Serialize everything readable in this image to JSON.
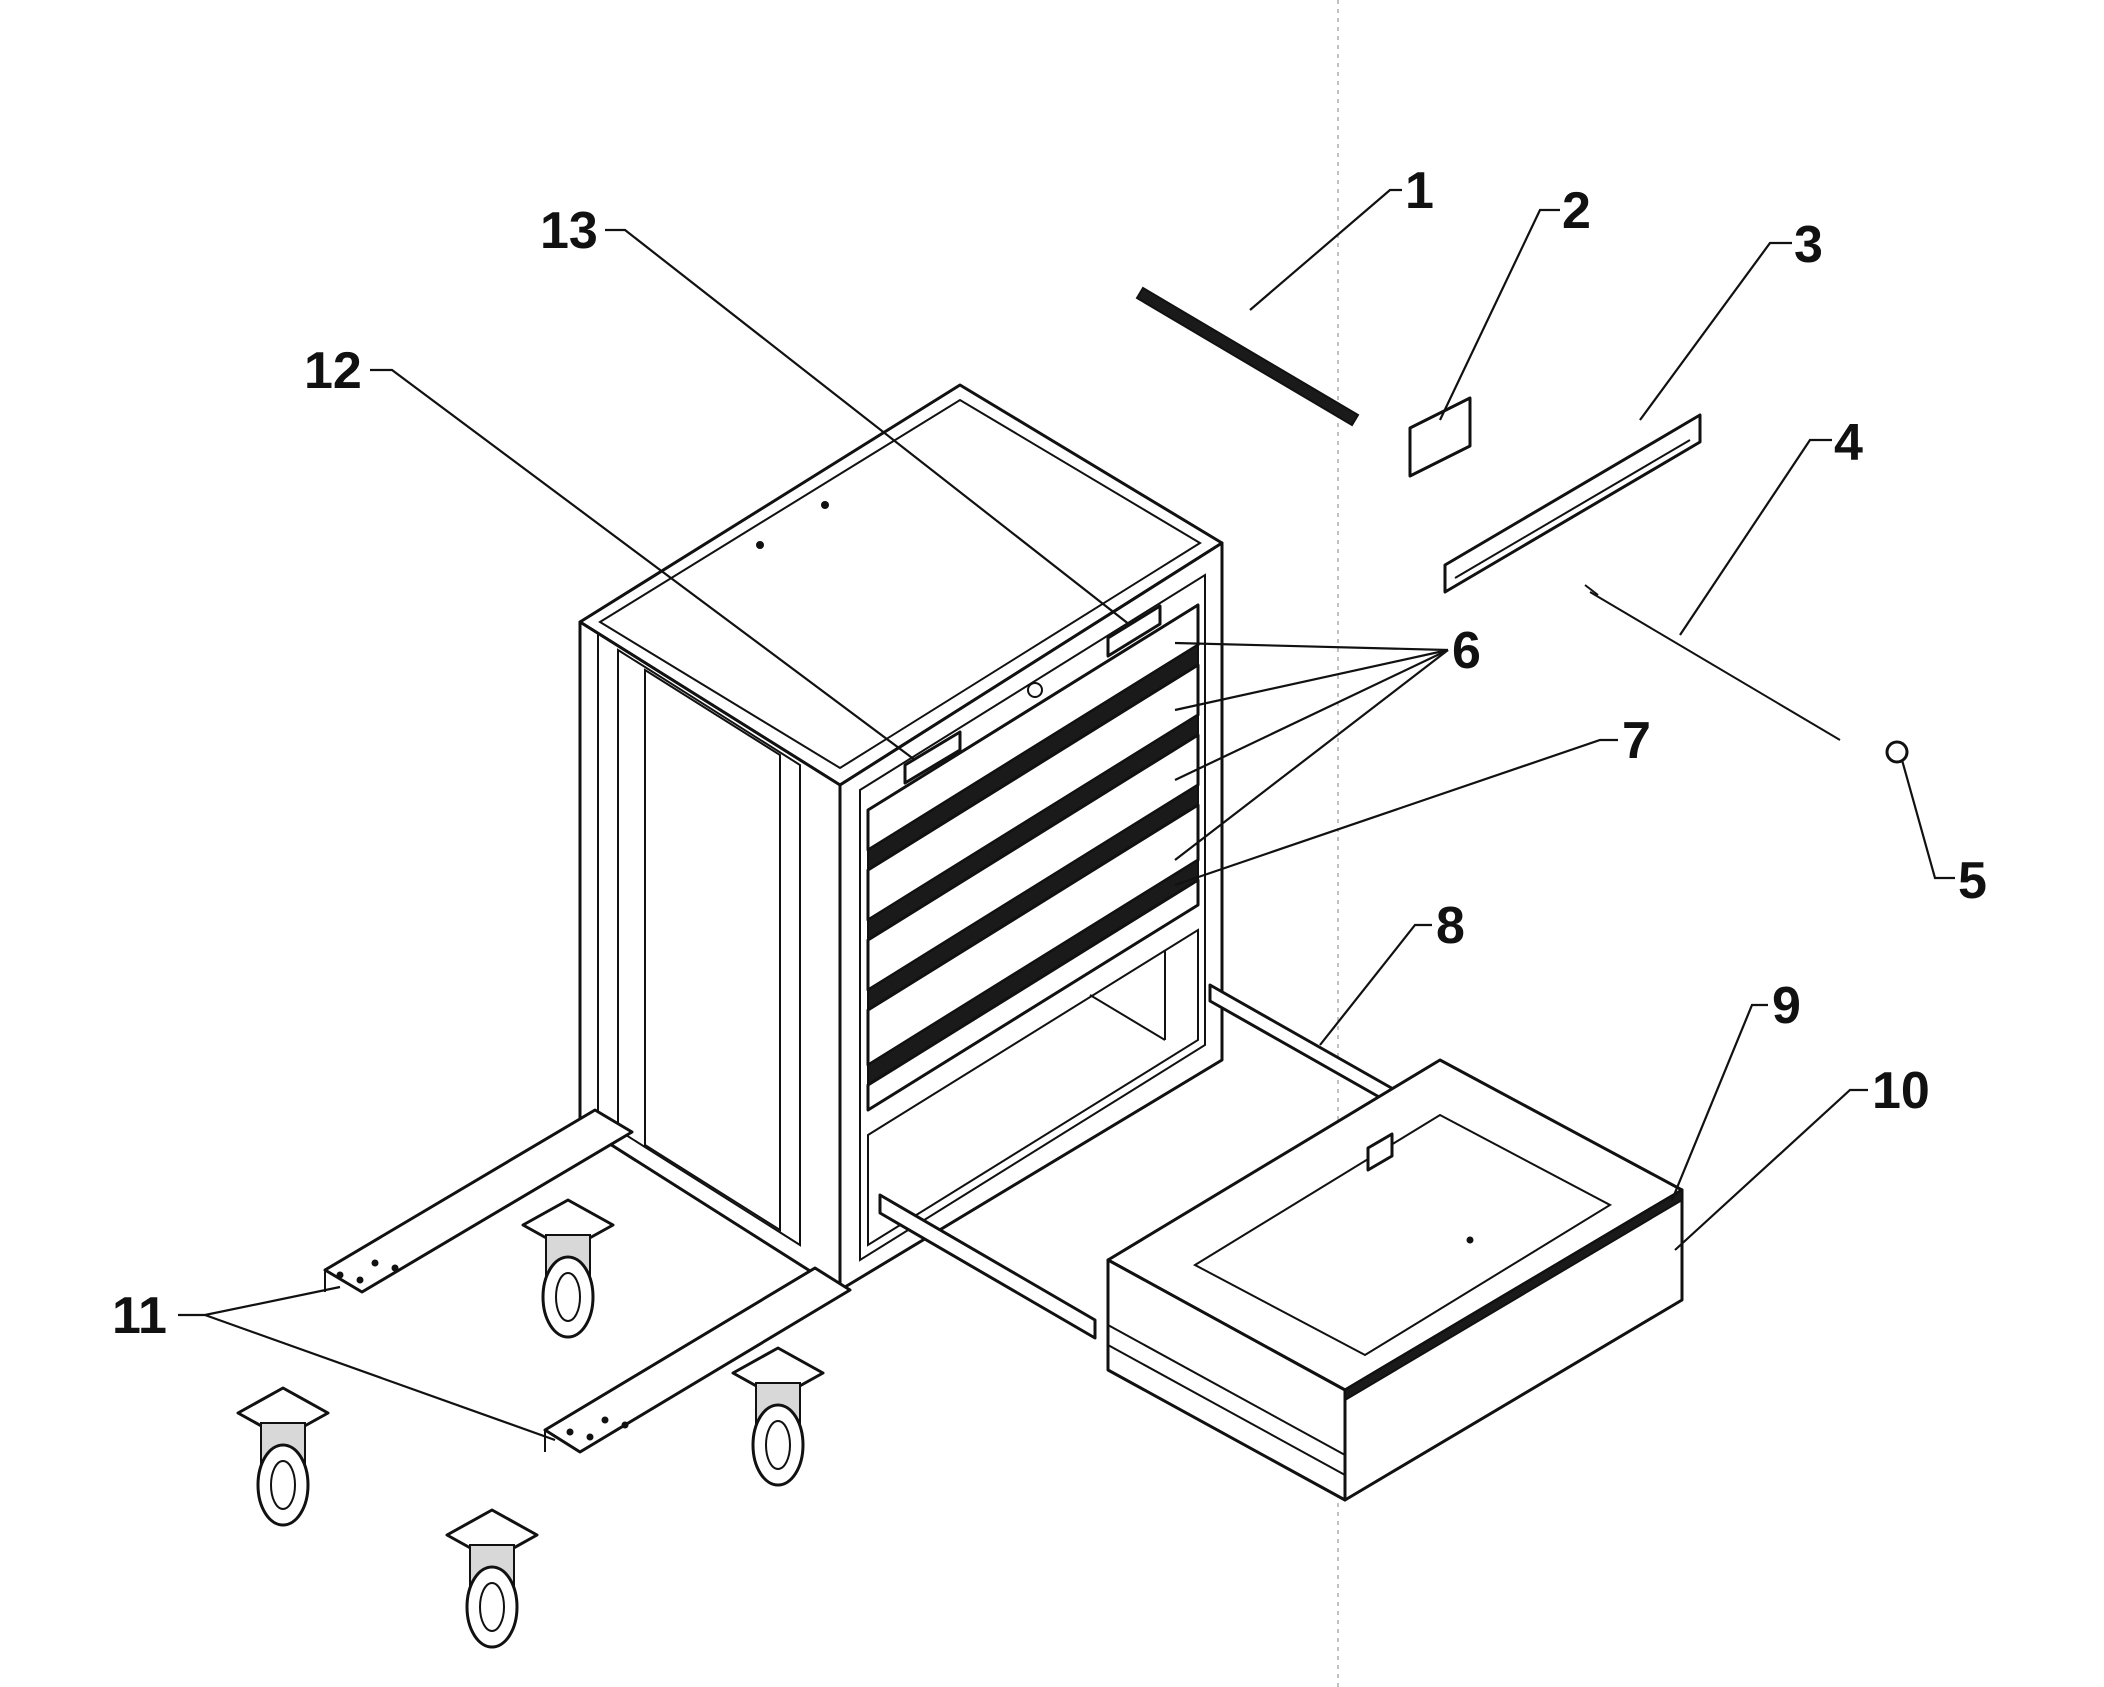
{
  "callouts": {
    "c1": "1",
    "c2": "2",
    "c3": "3",
    "c4": "4",
    "c5": "5",
    "c6": "6",
    "c7": "7",
    "c8": "8",
    "c9": "9",
    "c10": "10",
    "c11": "11",
    "c12": "12",
    "c13": "13"
  },
  "parts": [
    "drawer-slide-rail",
    "bracket",
    "drawer-slide",
    "rod",
    "knob",
    "drawer-front",
    "drawer-front",
    "drawer-slide",
    "drawer-trim",
    "drawer",
    "base-plate",
    "label",
    "lock"
  ],
  "colors": {
    "line": "#111111",
    "background": "#ffffff"
  }
}
